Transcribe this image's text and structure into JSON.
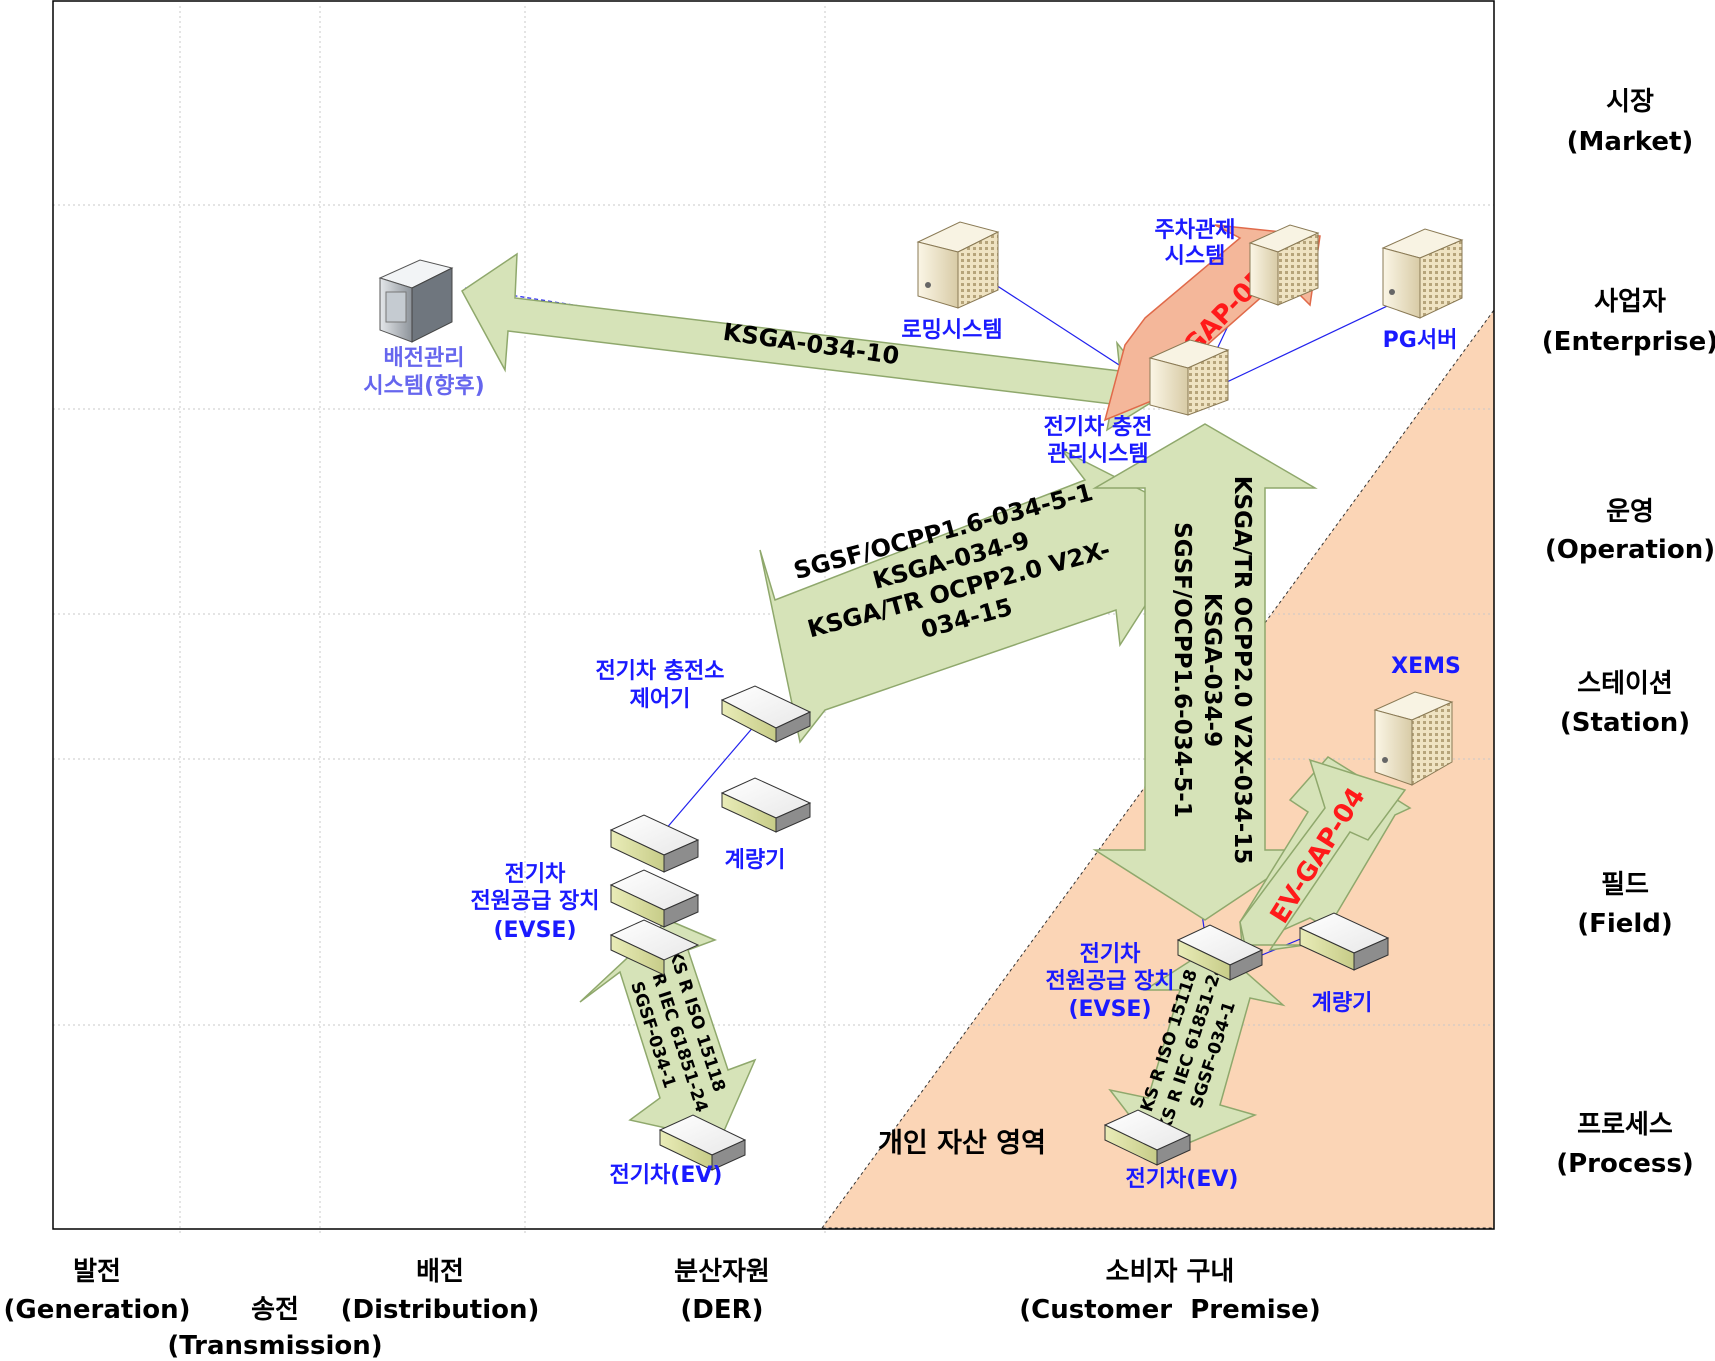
{
  "layers": {
    "market": [
      "시장",
      "(Market)"
    ],
    "enterprise": [
      "사업자",
      "(Enterprise)"
    ],
    "operation": [
      "운영",
      "(Operation)"
    ],
    "station": [
      "스테이션",
      "(Station)"
    ],
    "field": [
      "필드",
      "(Field)"
    ],
    "process": [
      "프로세스",
      "(Process)"
    ]
  },
  "domains": {
    "generation": [
      "발전",
      "(Generation)"
    ],
    "transmission": [
      "송전",
      "(Transmission)"
    ],
    "distribution": [
      "배전",
      "(Distribution)"
    ],
    "der": [
      "분산자원",
      "(DER)"
    ],
    "customer": [
      "소비자 구내",
      "(Customer  Premise)"
    ]
  },
  "nodes": {
    "dms": [
      "배전관리",
      "시스템(향후)"
    ],
    "roaming": "로밍시스템",
    "parking": [
      "주차관제",
      "시스템"
    ],
    "pg": "PG서버",
    "csms": [
      "전기차 충전",
      "관리시스템"
    ],
    "station_ctrl": [
      "전기차 충전소",
      "제어기"
    ],
    "meter_left": "계량기",
    "evse_left": [
      "전기차",
      "전원공급 장치",
      "(EVSE)"
    ],
    "ev_left": "전기차(EV)",
    "xems": "XEMS",
    "evse_right": [
      "전기차",
      "전원공급 장치",
      "(EVSE)"
    ],
    "meter_right": "계량기",
    "ev_right": "전기차(EV)"
  },
  "private_area": "개인 자산 영역",
  "arrows": {
    "ksga_10": "KSGA-034-10",
    "diag_ocpp": [
      "SGSF/OCPP1.6-034-5-1",
      "KSGA-034-9",
      "KSGA/TR OCPP2.0 V2X-",
      "034-15"
    ],
    "vert_ocpp": [
      "KSGA/TR OCPP2.0 V2X-034-15",
      "KSGA-034-9",
      "SGSF/OCPP1.6-034-5-1"
    ],
    "iso_left": [
      "KS R ISO 15118",
      "KS R IEC 61851-24",
      "SGSF-034-1"
    ],
    "iso_right": [
      "KS R ISO 15118",
      "KS R IEC 61851-24",
      "SGSF-034-1"
    ],
    "gap05": "EV-GAP-05",
    "gap04": "EV-GAP-04"
  }
}
